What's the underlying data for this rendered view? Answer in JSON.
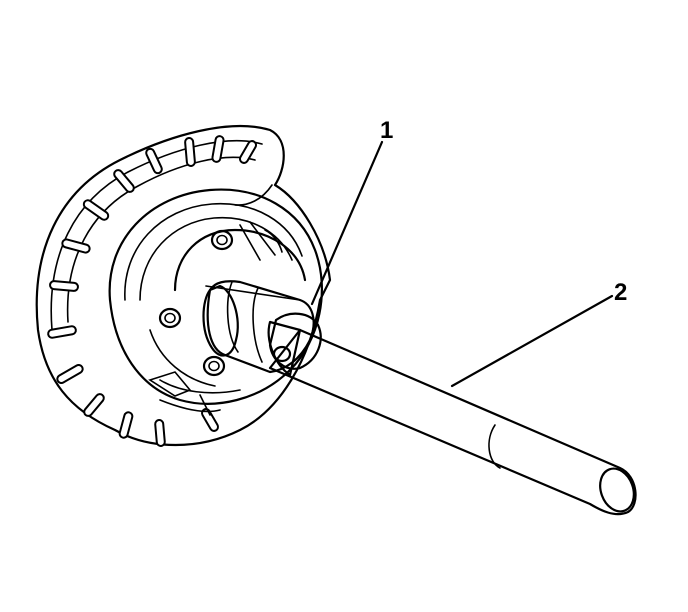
{
  "callouts": [
    {
      "id": "1",
      "label": "1"
    },
    {
      "id": "2",
      "label": "2"
    }
  ],
  "colors": {
    "line": "#000000",
    "background": "#ffffff",
    "shading": "#8a8a8a"
  }
}
